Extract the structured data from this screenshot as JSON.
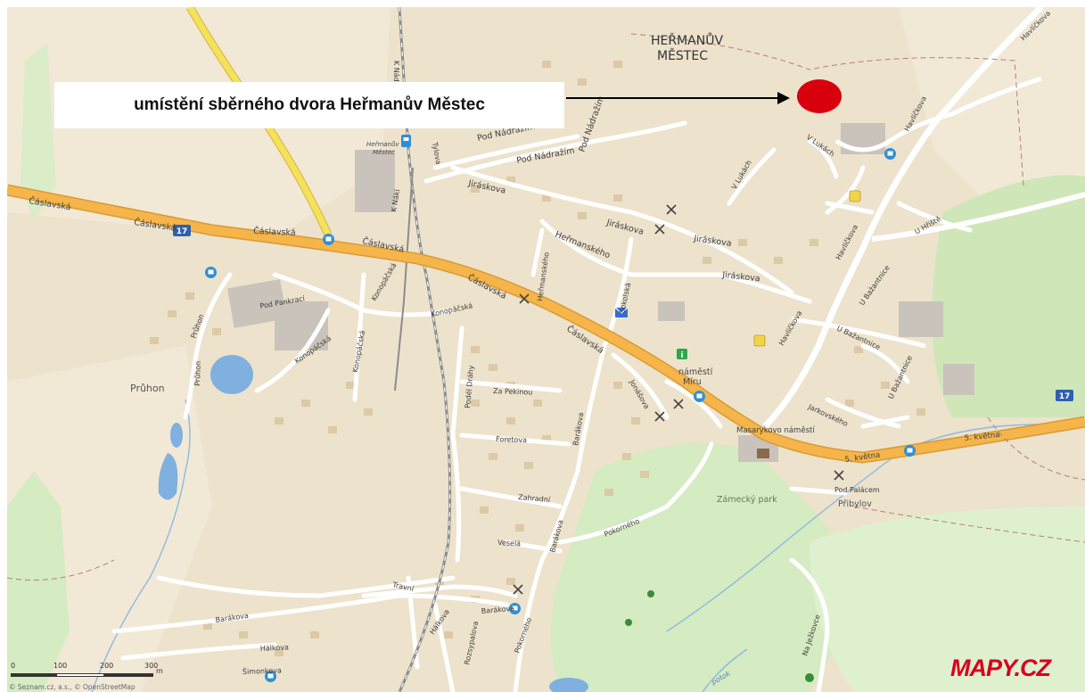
{
  "callout": {
    "text": "umístění sběrného dvora Heřmanův Městec"
  },
  "town": {
    "line1": "HEŘMANŮV",
    "line2": "MĚSTEC"
  },
  "places": {
    "pruhon": "Průhon",
    "pribylov": "Přibylov",
    "zamecky_park": "Zámecký park",
    "namesti_line1": "náměstí",
    "namesti_line2": "Míru",
    "station_line1": "Heřmanův",
    "station_line2": "Městec"
  },
  "roads": {
    "caslavska": "Čáslavská",
    "k_nadrazi": "K Nádr.",
    "pod_nadrazim": "Pod Nádražím",
    "tylova": "Tylova",
    "k_naki": "K Náki",
    "jiraskova": "Jiráskova",
    "hermanskeho": "Heřmanského",
    "konopacska": "Konopáčská",
    "pod_pankraci": "Pod Pankrací",
    "pruhon": "Průhon",
    "sokolska": "Sokolská",
    "podel_drahy": "Podél Dráhy",
    "za_pekinou": "Za Pekinou",
    "foretova": "Foretova",
    "barakova": "Barákova",
    "zahradni": "Zahradní",
    "pokorneho": "Pokorného",
    "vesela": "Veselá",
    "travni": "Travní",
    "halkova": "Hálkova",
    "simonkova": "Šimonkova",
    "rozsypalova": "Rozsypalova",
    "jonasova": "Jonášova",
    "v_lukach": "V Lukách",
    "havlickova": "Havlíčkova",
    "u_hriste": "U Hřiště",
    "u_bazantnice": "U Bažantnice",
    "jarkovskeho": "Jarkovského",
    "masarykovo_namesti": "Masarykovo náměstí",
    "petikvetna": "5. května",
    "pod_palacem": "Pod Palácem",
    "na_jezkovce": "Na Ježkovce",
    "potok": "potok"
  },
  "shields": {
    "route": "17"
  },
  "scale": {
    "labels": [
      "0",
      "100",
      "200",
      "300"
    ],
    "unit": "m"
  },
  "attribution": "© Seznam.cz, a.s., © OpenStreetMap",
  "logo": "MAPY.CZ",
  "colors": {
    "marker": "#d9000d",
    "main_road": "#f5b54a",
    "secondary_road": "#f4e25b",
    "land": "#ede2cc",
    "forest": "#cfe6b9",
    "water": "#7fb0df"
  }
}
